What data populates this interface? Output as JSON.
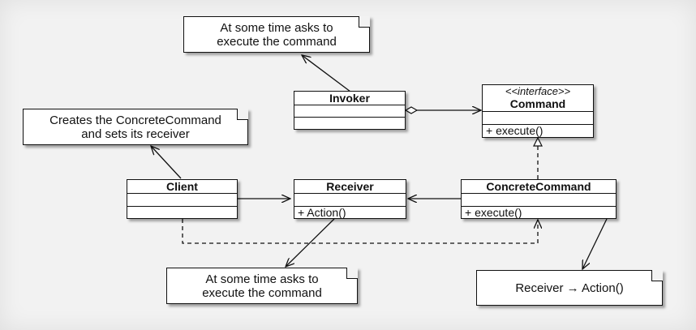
{
  "classes": {
    "invoker": {
      "name": "Invoker"
    },
    "command": {
      "stereotype": "<<interface>>",
      "name": "Command",
      "method": "+ execute()"
    },
    "client": {
      "name": "Client"
    },
    "receiver": {
      "name": "Receiver",
      "method": "+ Action()"
    },
    "concrete": {
      "name": "ConcreteCommand",
      "method": "+ execute()"
    }
  },
  "notes": {
    "invoker_note": {
      "line1": "At some time asks to",
      "line2": "execute the command"
    },
    "client_note": {
      "line1": "Creates the ConcreteCommand",
      "line2": "and sets its receiver"
    },
    "receiver_note": {
      "line1": "At some time asks to",
      "line2": "execute the command"
    },
    "concrete_note": {
      "text": "Receiver → Action()"
    }
  }
}
